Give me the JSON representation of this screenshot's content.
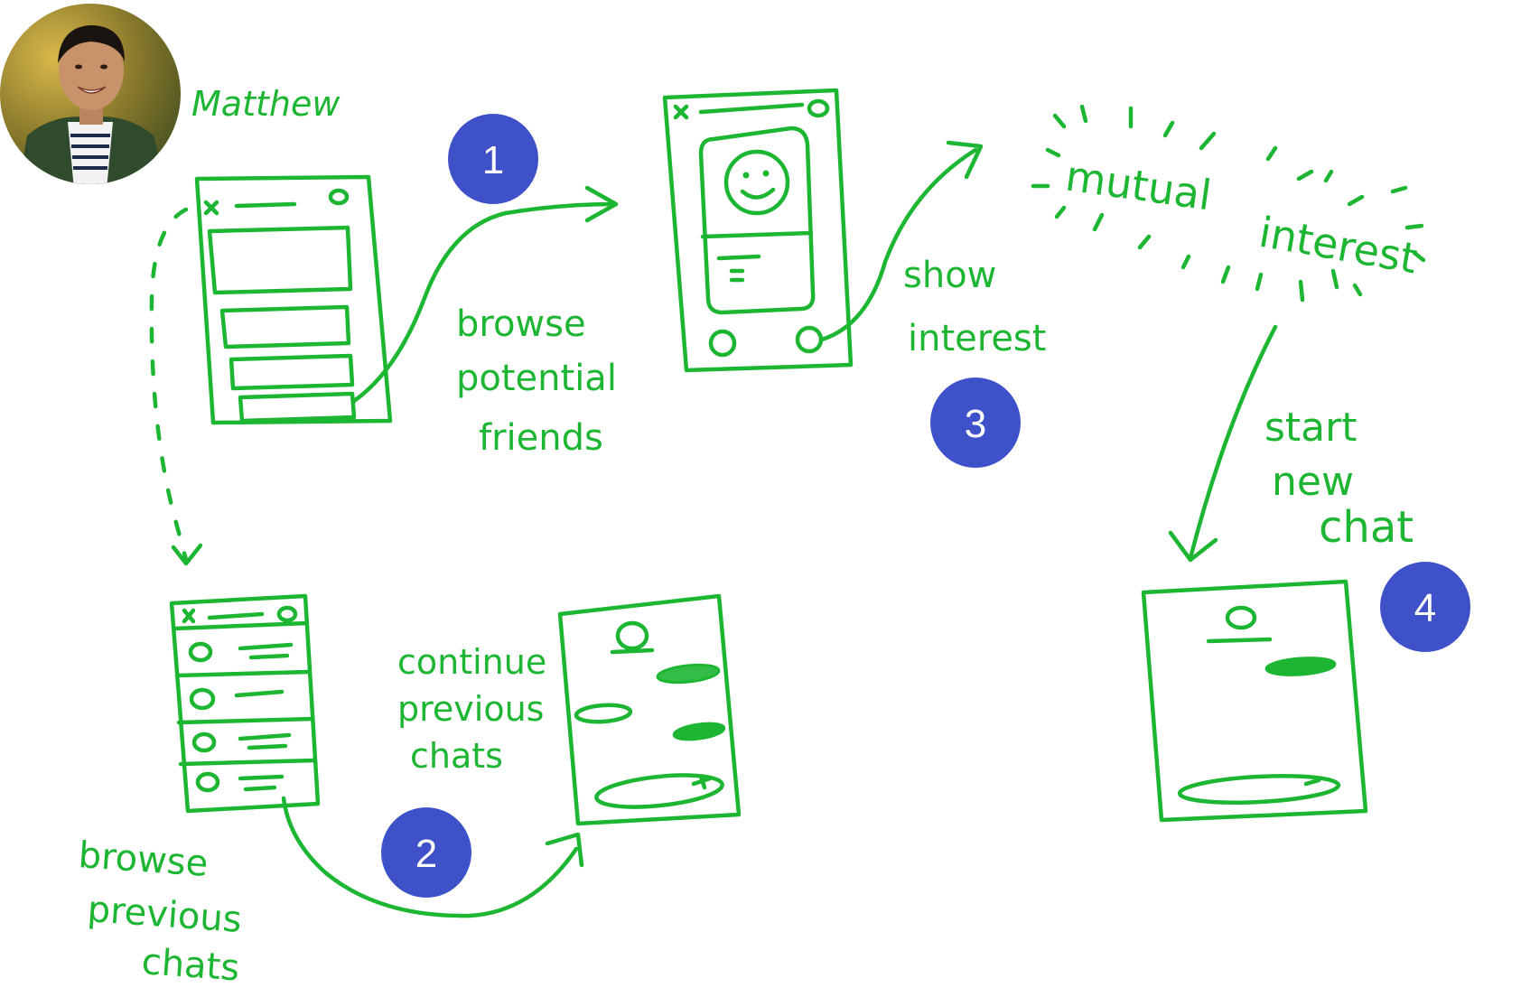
{
  "person": {
    "name": "Matthew"
  },
  "steps": [
    {
      "number": "1",
      "caption": [
        "browse",
        "potential",
        "friends"
      ]
    },
    {
      "number": "2",
      "caption": [
        "continue",
        "previous",
        "chats"
      ]
    },
    {
      "number": "3",
      "caption": [
        "show",
        "interest"
      ]
    },
    {
      "number": "4",
      "caption": [
        "start",
        "new",
        "chat"
      ]
    }
  ],
  "side_caption": [
    "browse",
    "previous",
    "chats"
  ],
  "burst_text": [
    "mutual",
    "interest"
  ],
  "colors": {
    "sketch": "#1db632",
    "badge": "#3f51c9",
    "badge_text": "#ffffff",
    "background": "#ffffff"
  },
  "icons": {
    "avatar": "profile-photo",
    "close": "x-icon",
    "smiley": "smiley-face-icon"
  }
}
